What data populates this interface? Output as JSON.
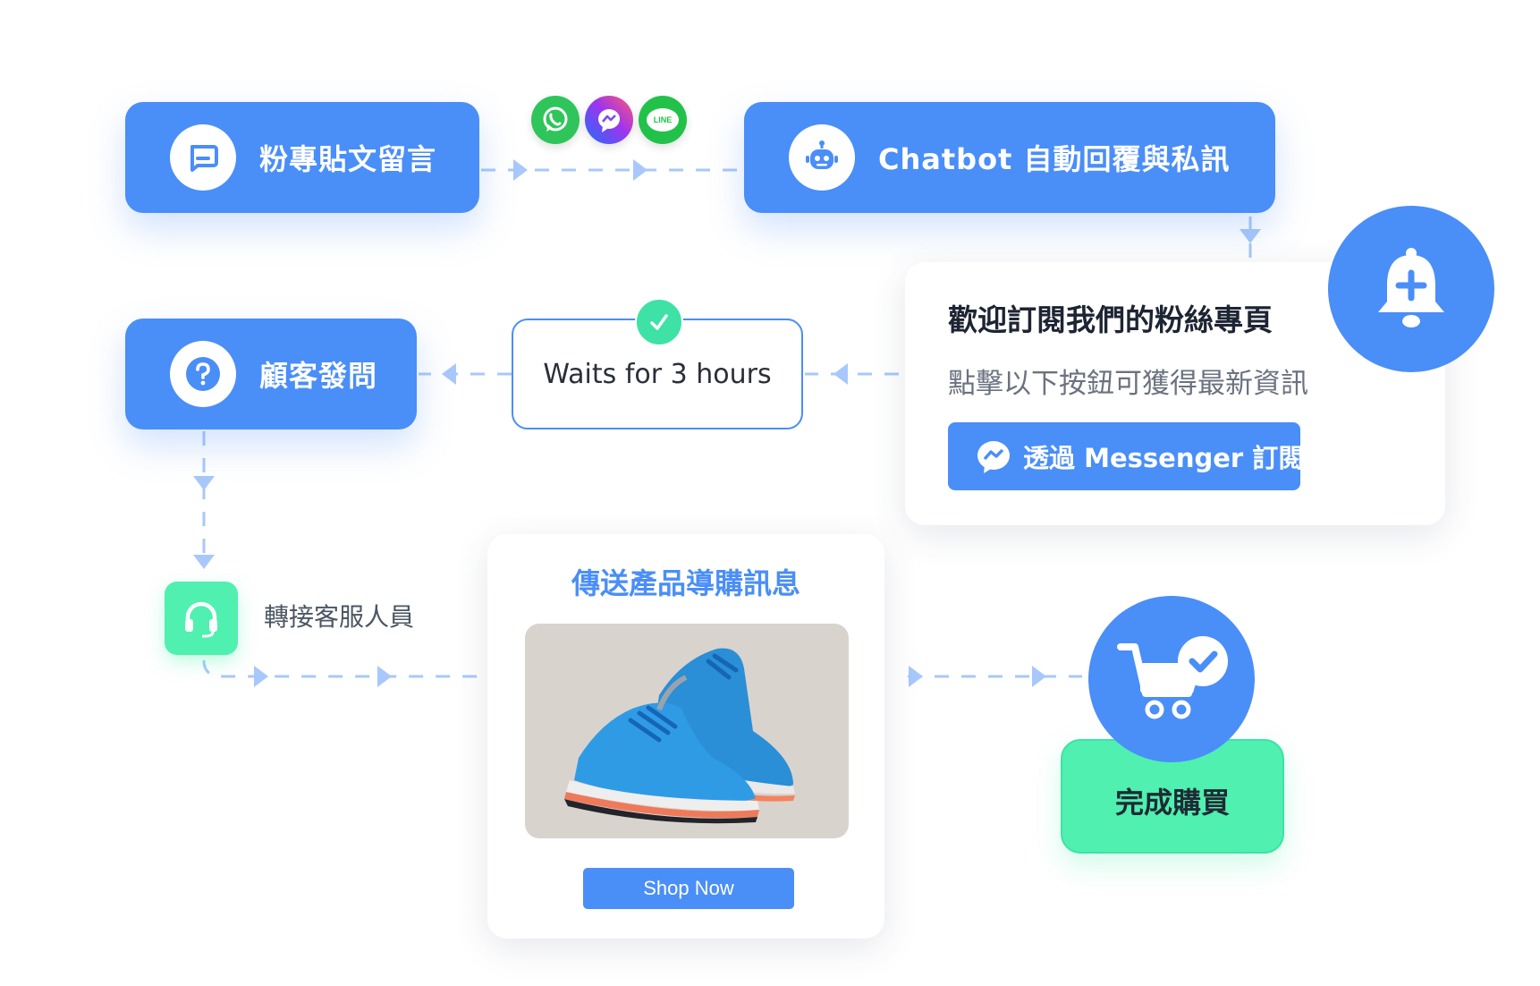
{
  "nodes": {
    "fanpage_comment": "粉專貼文留言",
    "chatbot_reply": "Chatbot 自動回覆與私訊",
    "customer_question": "顧客發問",
    "wait": "Waits for 3 hours",
    "transfer_agent": "轉接客服人員",
    "product_message_title": "傳送產品導購訊息",
    "shop_now": "Shop Now",
    "purchase_complete": "完成購買"
  },
  "subscribe_card": {
    "title": "歡迎訂閱我們的粉絲專頁",
    "subtitle": "點擊以下按鈕可獲得最新資訊",
    "button": "透過 Messenger 訂閱"
  },
  "channels": [
    "whatsapp-icon",
    "messenger-icon",
    "line-icon"
  ],
  "channel_labels": {
    "line": "LINE"
  },
  "colors": {
    "primary_blue": "#4a8ef8",
    "green_accent": "#4ff0b0",
    "connector": "#a8c8fb",
    "check_green": "#3ee2a6"
  }
}
